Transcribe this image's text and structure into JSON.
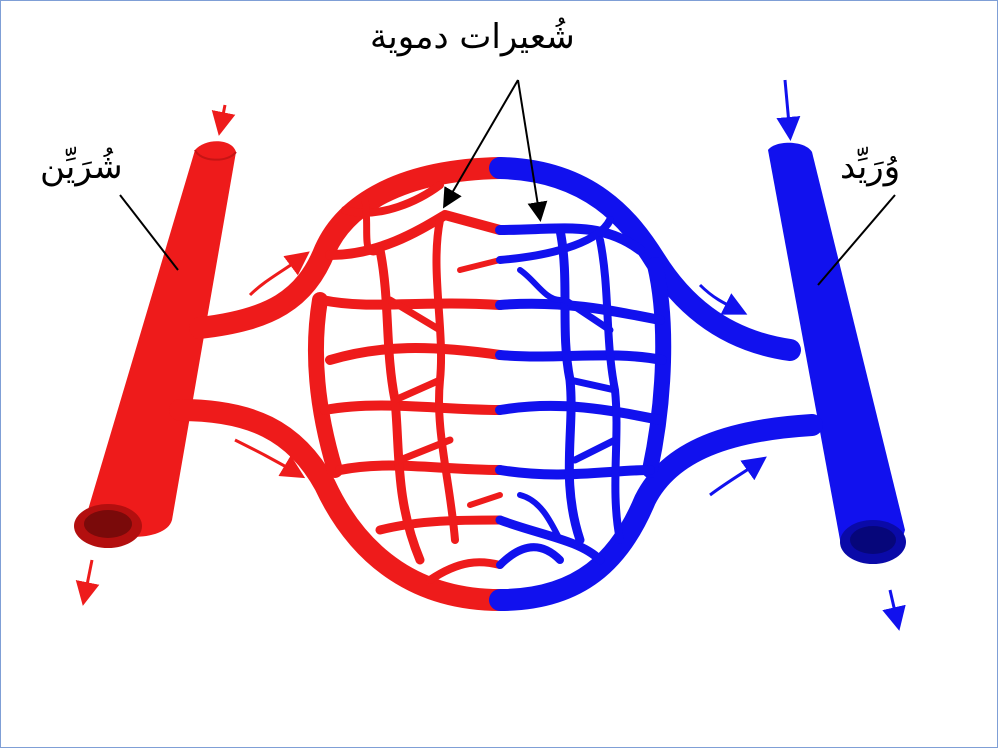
{
  "labels": {
    "capillaries": "شُعيرات دموية",
    "artery": "شُرَيِّن",
    "vein": "وُرَيِّد"
  },
  "colors": {
    "artery": "#ee1b1b",
    "artery_dark": "#b30f0f",
    "vein": "#1111ee",
    "vein_dark": "#0a0aa8",
    "leader": "#000000",
    "border": "#7f9fd6"
  },
  "icons": {
    "flow_arrow": "flow-arrow-icon"
  }
}
